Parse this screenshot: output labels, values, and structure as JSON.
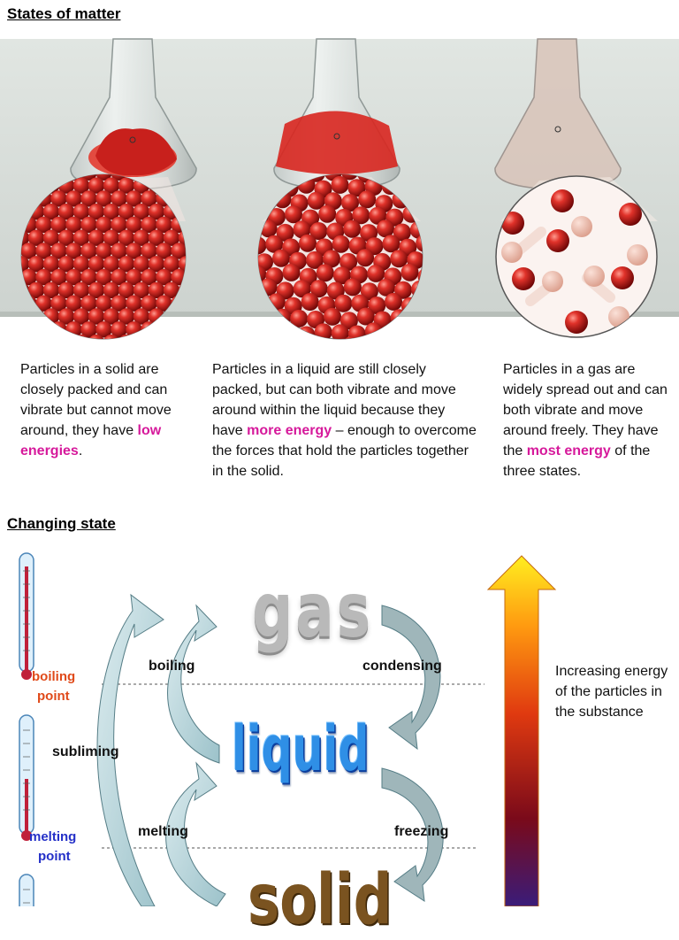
{
  "headings": {
    "states_of_matter": "States of matter",
    "changing_state": "Changing state"
  },
  "descriptions": {
    "solid": {
      "before": "Particles in a solid are closely packed and can vibrate but cannot move around, they have ",
      "highlight": "low energies",
      "after": "."
    },
    "liquid": {
      "before": "Particles in a liquid are still closely packed, but can both vibrate and move around within the liquid because they have ",
      "highlight": "more energy",
      "after": " – enough to overcome the forces that hold the particles together in the solid."
    },
    "gas": {
      "before": "Particles in a gas are widely spread out and can both vibrate and move around freely. They have the ",
      "highlight": "most energy",
      "after": " of the three states."
    }
  },
  "diagram": {
    "state_words": {
      "gas": "gas",
      "liquid": "liquid",
      "solid": "solid"
    },
    "processes": {
      "boiling": "boiling",
      "condensing": "condensing",
      "subliming": "subliming",
      "melting": "melting",
      "freezing": "freezing"
    },
    "thermometer_labels": {
      "boiling_line1": "boiling",
      "boiling_line2": "point",
      "melting_line1": "melting",
      "melting_line2": "point"
    },
    "energy_text": "Increasing energy of the particles in the substance"
  },
  "colors": {
    "highlight": "#d6199b",
    "boiling_point": "#e04a1a",
    "melting_point": "#2430c8",
    "particle": "#c8201c",
    "arrow_fill": "#b7d7dd"
  },
  "icons": [
    "conical-flask-icon",
    "thermometer-icon",
    "curved-arrow-icon",
    "energy-arrow-icon"
  ]
}
